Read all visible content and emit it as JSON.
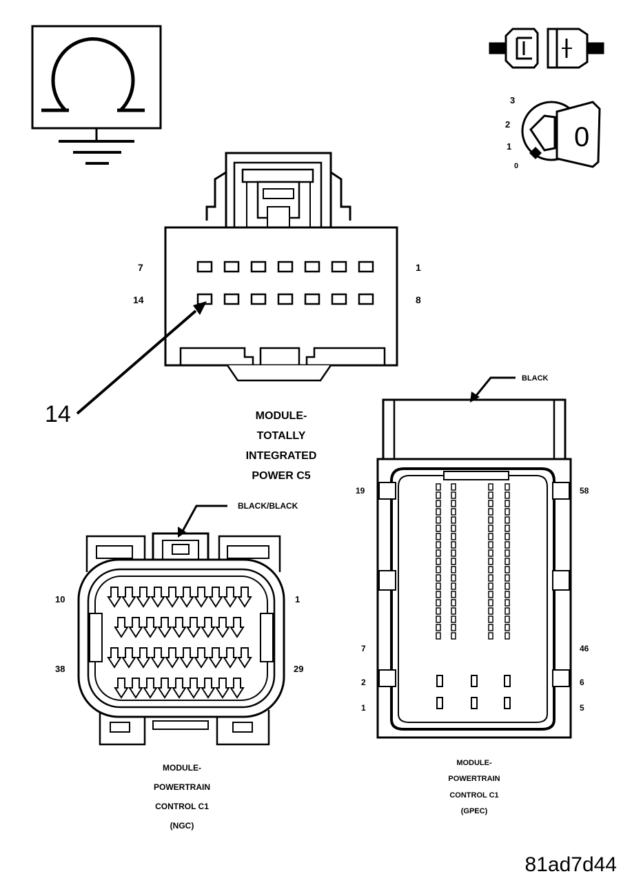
{
  "tipm_connector": {
    "pin_labels": {
      "top_left": "7",
      "top_right": "1",
      "bottom_left": "14",
      "bottom_right": "8"
    },
    "callout_number": "14",
    "caption": [
      "MODULE-",
      "TOTALLY",
      "INTEGRATED",
      "POWER C5"
    ]
  },
  "ngc_connector": {
    "color_label": "BLACK/BLACK",
    "pin_labels": {
      "top_left": "10",
      "top_right": "1",
      "bottom_left": "38",
      "bottom_right": "29"
    },
    "caption": [
      "MODULE-",
      "POWERTRAIN",
      "CONTROL C1",
      "(NGC)"
    ]
  },
  "gpec_connector": {
    "color_label": "BLACK",
    "pin_labels": {
      "left_top": "19",
      "left_mid": "7",
      "left_low1": "2",
      "left_low2": "1",
      "right_top": "58",
      "right_mid": "46",
      "right_low1": "6",
      "right_low2": "5"
    },
    "caption": [
      "MODULE-",
      "POWERTRAIN",
      "CONTROL C1",
      "(GPEC)"
    ]
  },
  "ignition": {
    "positions": [
      "3",
      "2",
      "1",
      "0"
    ],
    "key_label": "0"
  },
  "figure_id": "81ad7d44"
}
